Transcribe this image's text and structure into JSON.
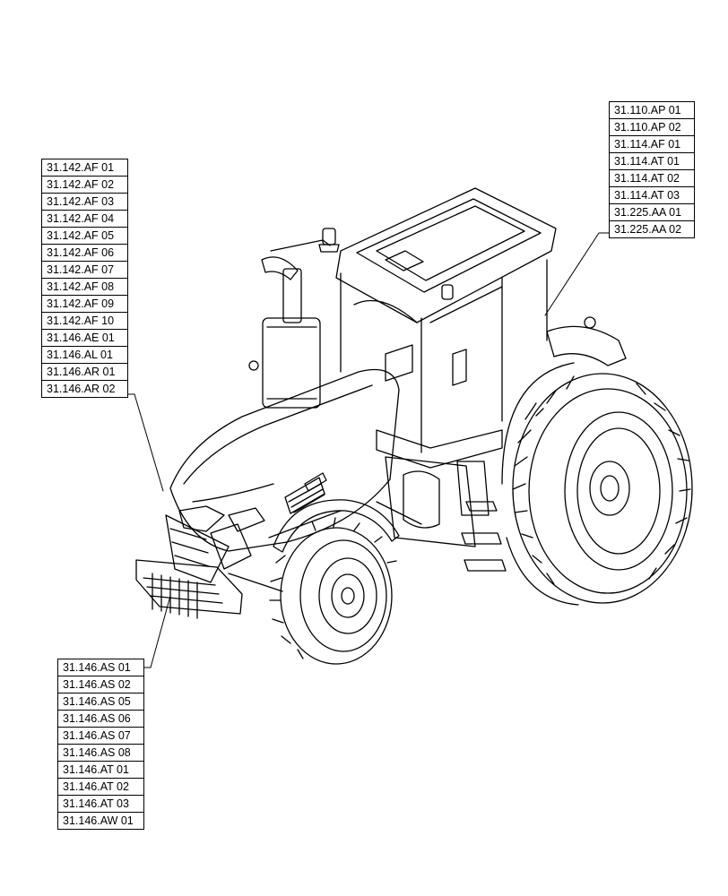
{
  "callouts": {
    "cab": [
      "31.110.AP 01",
      "31.110.AP 02",
      "31.114.AF 01",
      "31.114.AT 01",
      "31.114.AT 02",
      "31.114.AT 03",
      "31.225.AA 01",
      "31.225.AA 02"
    ],
    "hood": [
      "31.142.AF 01",
      "31.142.AF 02",
      "31.142.AF 03",
      "31.142.AF 04",
      "31.142.AF 05",
      "31.142.AF 06",
      "31.142.AF 07",
      "31.142.AF 08",
      "31.142.AF 09",
      "31.142.AF 10",
      "31.146.AE 01",
      "31.146.AL 01",
      "31.146.AR 01",
      "31.146.AR 02"
    ],
    "front": [
      "31.146.AS 01",
      "31.146.AS 02",
      "31.146.AS 05",
      "31.146.AS 06",
      "31.146.AS 07",
      "31.146.AS 08",
      "31.146.AT 01",
      "31.146.AT 02",
      "31.146.AT 03",
      "31.146.AW 01"
    ]
  },
  "colors": {
    "line": "#000000",
    "background": "#ffffff"
  }
}
